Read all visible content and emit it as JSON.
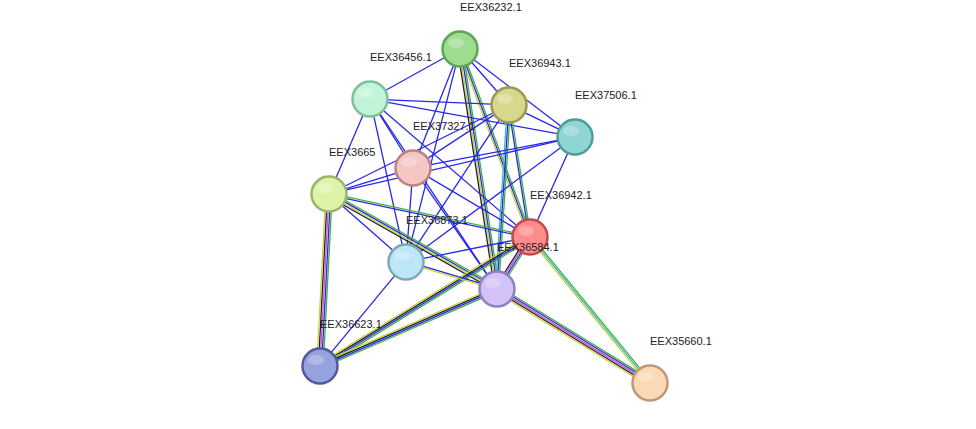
{
  "diagram": {
    "nodes": [
      {
        "text": [
          "EEX36232.1"
        ]
      },
      {
        "text": [
          "EEX36456.1"
        ]
      },
      {
        "text": [
          "EEX36943.1"
        ]
      },
      {
        "text": [
          "EEX37506.1"
        ]
      },
      {
        "text": [
          "EEX37327.1"
        ]
      },
      {
        "text": [
          "EEX3665"
        ]
      },
      {
        "text": [
          "EEX36942.1"
        ]
      },
      {
        "text": [
          "EEX36873.1"
        ]
      },
      {
        "text": [
          "EEX36584.1"
        ]
      },
      {
        "text": [
          "EEX36623.1"
        ]
      },
      {
        "text": [
          "EEX35660.1"
        ]
      }
    ],
    "edges": [
      {
        "from": 0,
        "to": 1,
        "arrow": "none"
      },
      {
        "from": 0,
        "to": 2,
        "arrow": "none"
      },
      {
        "from": 0,
        "to": 3,
        "arrow": "none"
      },
      {
        "from": 0,
        "to": 4,
        "arrow": "none"
      },
      {
        "from": 0,
        "to": 6,
        "arrow": "none"
      },
      {
        "from": 0,
        "to": 7,
        "arrow": "none"
      },
      {
        "from": 0,
        "to": 8,
        "arrow": "none"
      },
      {
        "from": 1,
        "to": 2,
        "arrow": "none"
      },
      {
        "from": 1,
        "to": 3,
        "arrow": "none"
      },
      {
        "from": 1,
        "to": 4,
        "arrow": "none"
      },
      {
        "from": 1,
        "to": 5,
        "arrow": "none"
      },
      {
        "from": 1,
        "to": 6,
        "arrow": "none"
      },
      {
        "from": 1,
        "to": 7,
        "arrow": "none"
      },
      {
        "from": 1,
        "to": 8,
        "arrow": "none"
      },
      {
        "from": 2,
        "to": 3,
        "arrow": "none"
      },
      {
        "from": 2,
        "to": 4,
        "arrow": "none"
      },
      {
        "from": 2,
        "to": 5,
        "arrow": "none"
      },
      {
        "from": 2,
        "to": 6,
        "arrow": "none"
      },
      {
        "from": 2,
        "to": 7,
        "arrow": "none"
      },
      {
        "from": 2,
        "to": 8,
        "arrow": "none"
      },
      {
        "from": 3,
        "to": 4,
        "arrow": "none"
      },
      {
        "from": 3,
        "to": 5,
        "arrow": "none"
      },
      {
        "from": 3,
        "to": 6,
        "arrow": "none"
      },
      {
        "from": 3,
        "to": 7,
        "arrow": "none"
      },
      {
        "from": 4,
        "to": 5,
        "arrow": "none"
      },
      {
        "from": 4,
        "to": 6,
        "arrow": "none"
      },
      {
        "from": 4,
        "to": 7,
        "arrow": "none"
      },
      {
        "from": 4,
        "to": 8,
        "arrow": "none"
      },
      {
        "from": 5,
        "to": 6,
        "arrow": "none"
      },
      {
        "from": 5,
        "to": 7,
        "arrow": "none"
      },
      {
        "from": 5,
        "to": 8,
        "arrow": "none"
      },
      {
        "from": 5,
        "to": 9,
        "arrow": "none"
      },
      {
        "from": 6,
        "to": 7,
        "arrow": "none"
      },
      {
        "from": 6,
        "to": 8,
        "arrow": "none"
      },
      {
        "from": 6,
        "to": 9,
        "arrow": "none"
      },
      {
        "from": 6,
        "to": 10,
        "arrow": "none"
      },
      {
        "from": 7,
        "to": 8,
        "arrow": "none"
      },
      {
        "from": 7,
        "to": 9,
        "arrow": "none"
      },
      {
        "from": 8,
        "to": 9,
        "arrow": "none"
      },
      {
        "from": 8,
        "to": 10,
        "arrow": "none"
      }
    ]
  }
}
